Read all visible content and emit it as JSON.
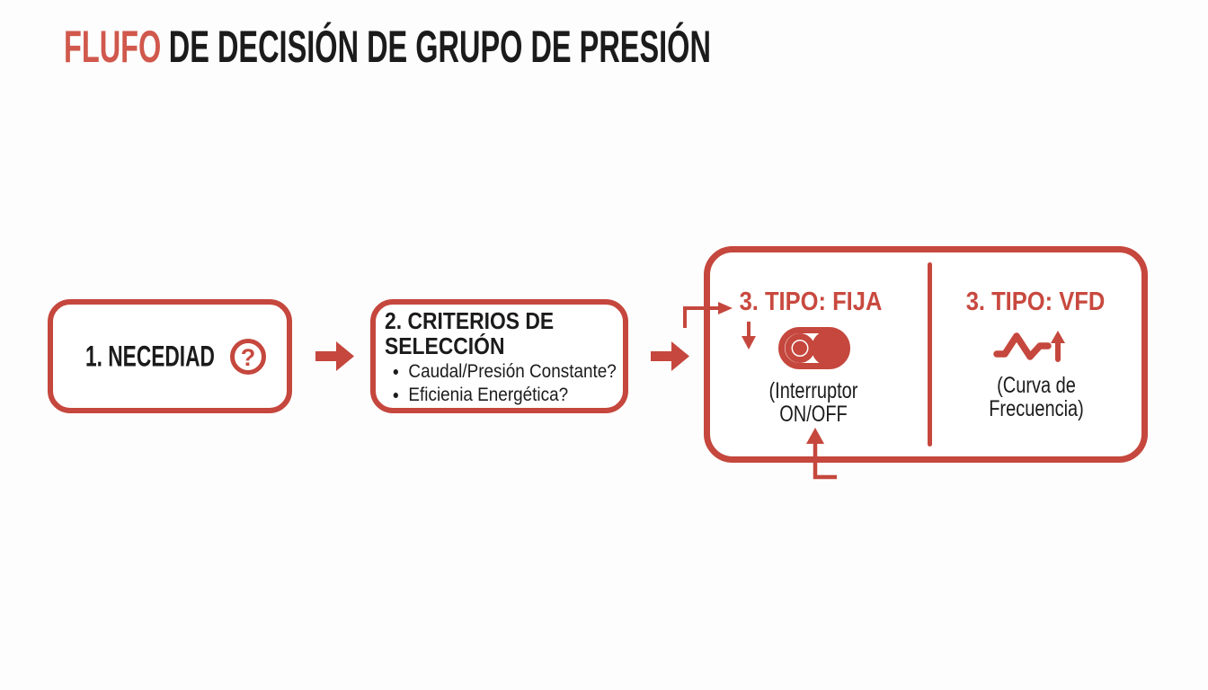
{
  "colors": {
    "red": "#c5473d",
    "red_text": "#c8493f",
    "title_red": "#d0584c",
    "ink": "#1b1b1b",
    "paper": "#fdfdfd"
  },
  "title": {
    "accent": "FLUFO",
    "rest": "DE DECISIÓN DE GRUPO DE PRESIÓN"
  },
  "step1": {
    "label": "1. NECEDIAD",
    "icon_glyph": "?"
  },
  "step2": {
    "title_line1": "2. CRITERIOS DE",
    "title_line2": "SELECCIÓN",
    "bullets": [
      "Caudal/Presión Constante?",
      "Eficienia Energética?"
    ]
  },
  "step3_fija": {
    "title": "3. TIPO: FIJA",
    "caption_line1": "(Interruptor",
    "caption_line2": "ON/OFF"
  },
  "step3_vfd": {
    "title": "3. TIPO: VFD",
    "caption_line1": "(Curva de",
    "caption_line2": "Frecuencia)"
  }
}
